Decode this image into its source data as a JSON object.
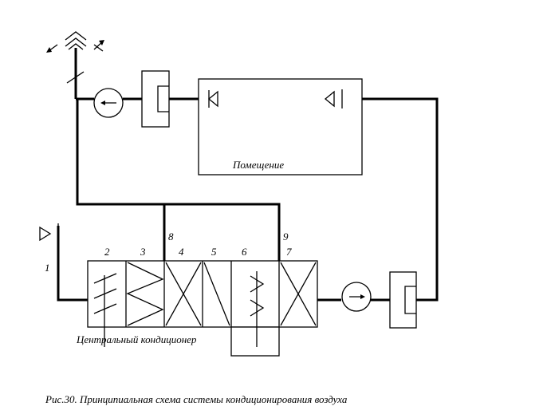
{
  "diagram": {
    "room_label": "Помещение",
    "conditioner_label": "Центральный кондиционер",
    "numbers": {
      "n1": "1",
      "n2": "2",
      "n3": "3",
      "n4": "4",
      "n5": "5",
      "n6": "6",
      "n7": "7",
      "n8": "8",
      "n9": "9"
    },
    "caption": "Рис.30. Принципиальная схема системы кондиционирования воздуха"
  }
}
